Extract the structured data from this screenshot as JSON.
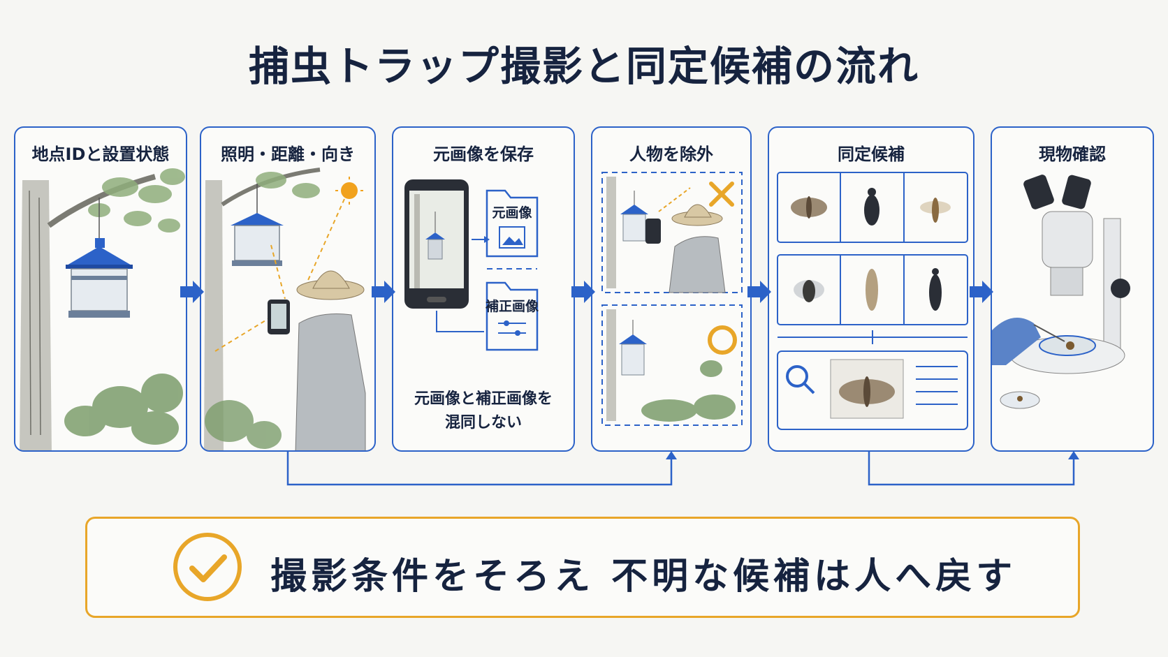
{
  "title": "捕虫トラップ撮影と同定候補の流れ",
  "colors": {
    "accent_blue": "#2c62c8",
    "accent_orange": "#e8a629",
    "text": "#16233f"
  },
  "steps": [
    {
      "label": "地点IDと設置状態"
    },
    {
      "label": "照明・距離・向き"
    },
    {
      "label": "元画像を保存",
      "folders": [
        "元画像",
        "補正画像"
      ],
      "note": [
        "元画像と補正画像を",
        "混同しない"
      ]
    },
    {
      "label": "人物を除外",
      "marks": [
        "×",
        "○"
      ]
    },
    {
      "label": "同定候補"
    },
    {
      "label": "現物確認"
    }
  ],
  "banner": {
    "text": "撮影条件をそろえ 不明な候補は人へ戻す",
    "icon": "check-circle-icon"
  }
}
